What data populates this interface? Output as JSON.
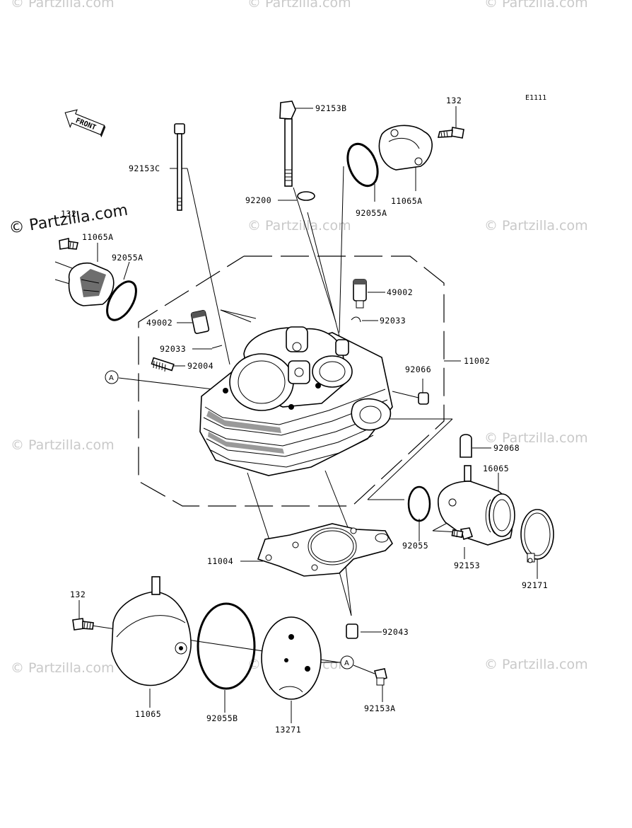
{
  "watermark": {
    "text": "© Partzilla.com",
    "prominent_text": "© Partzilla.com"
  },
  "diagram_code": "E1111",
  "front_arrow_label": "FRONT",
  "callout_letter": "A",
  "parts": {
    "p92153B": "92153B",
    "p132_top": "132",
    "p92153C": "92153C",
    "p11065A_right": "11065A",
    "p92200": "92200",
    "p92055A_right": "92055A",
    "p132_left": "132",
    "p11065A_left": "11065A",
    "p92055A_left": "92055A",
    "p49002_right": "49002",
    "p92033_right": "92033",
    "p49002_left": "49002",
    "p92033_left": "92033",
    "p92004": "92004",
    "p92066": "92066",
    "p11002": "11002",
    "p92068": "92068",
    "p16065": "16065",
    "p92055": "92055",
    "p92153": "92153",
    "p11004": "11004",
    "p92171": "92171",
    "p132_bottom": "132",
    "p92043": "92043",
    "p92153A": "92153A",
    "p11065": "11065",
    "p92055B": "92055B",
    "p13271": "13271"
  }
}
